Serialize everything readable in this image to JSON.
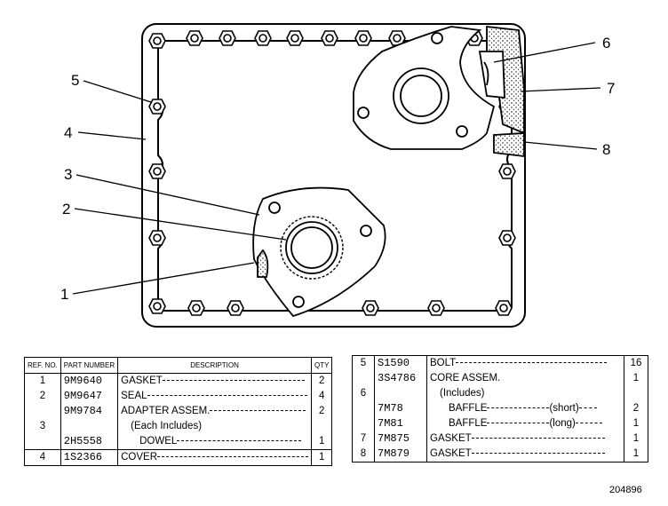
{
  "callouts": [
    "1",
    "2",
    "3",
    "4",
    "5",
    "6",
    "7",
    "8"
  ],
  "left_table": {
    "headers": {
      "ref": "REF. NO.",
      "part": "PART NUMBER",
      "desc": "DESCRIPTION",
      "qty": "QTY"
    },
    "rows": [
      {
        "ref": "1",
        "part": "9M9640",
        "desc": "GASKET",
        "qty": "2"
      },
      {
        "ref": "2",
        "part": "9M9647",
        "desc": "SEAL",
        "qty": "4"
      },
      {
        "ref": "",
        "part": "9M9784",
        "desc": "ADAPTER ASSEM.",
        "qty": "2"
      },
      {
        "ref": "3",
        "part": "",
        "desc": "(Each Includes)",
        "qty": ""
      },
      {
        "ref": "",
        "part": "2H5558",
        "desc": "DOWEL",
        "qty": "1"
      },
      {
        "ref": "4",
        "part": "1S2366",
        "desc": "COVER",
        "qty": "1"
      }
    ]
  },
  "right_table": {
    "rows": [
      {
        "ref": "5",
        "part": "S1590",
        "desc": "BOLT",
        "spec": "",
        "qty": "16"
      },
      {
        "ref": "",
        "part": "3S4786",
        "desc": "CORE ASSEM.",
        "spec": "",
        "qty": "1"
      },
      {
        "ref": "6",
        "part": "",
        "desc": "(Includes)",
        "spec": "",
        "qty": ""
      },
      {
        "ref": "",
        "part": "7M78",
        "desc": "BAFFLE",
        "spec": "(short)",
        "qty": "2"
      },
      {
        "ref": "",
        "part": "7M81",
        "desc": "BAFFLE",
        "spec": "(long)",
        "qty": "1"
      },
      {
        "ref": "7",
        "part": "7M875",
        "desc": "GASKET",
        "spec": "",
        "qty": "1"
      },
      {
        "ref": "8",
        "part": "7M879",
        "desc": "GASKET",
        "spec": "",
        "qty": "1"
      }
    ]
  },
  "figure_number": "204896"
}
